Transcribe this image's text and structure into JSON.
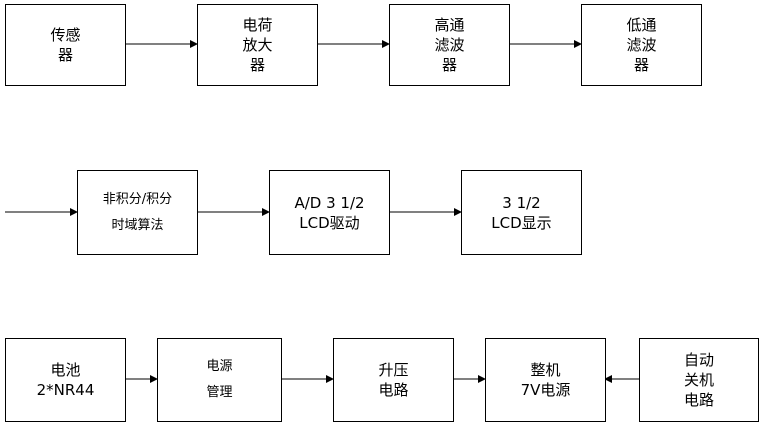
{
  "blocks": {
    "sensor": [
      "传感",
      "器"
    ],
    "charge_amp": [
      "电荷",
      "放大",
      "器"
    ],
    "highpass": [
      "高通",
      "滤波",
      "器"
    ],
    "lowpass": [
      "低通",
      "滤波",
      "器"
    ],
    "integral": [
      "非积分/积分",
      "时域算法"
    ],
    "adc": [
      "A/D 3 1/2",
      "LCD驱动"
    ],
    "lcd": [
      "3 1/2",
      "LCD显示"
    ],
    "battery": [
      "电池",
      "2*NR44"
    ],
    "power_mgmt": [
      "电源",
      "管理"
    ],
    "boost": [
      "升压",
      "电路"
    ],
    "power_7v": [
      "整机",
      "7V电源"
    ],
    "auto_off": [
      "自动",
      "关机",
      "电路"
    ]
  },
  "colors": {
    "line": "#000000",
    "box_border": "#000000",
    "background": "#ffffff"
  }
}
